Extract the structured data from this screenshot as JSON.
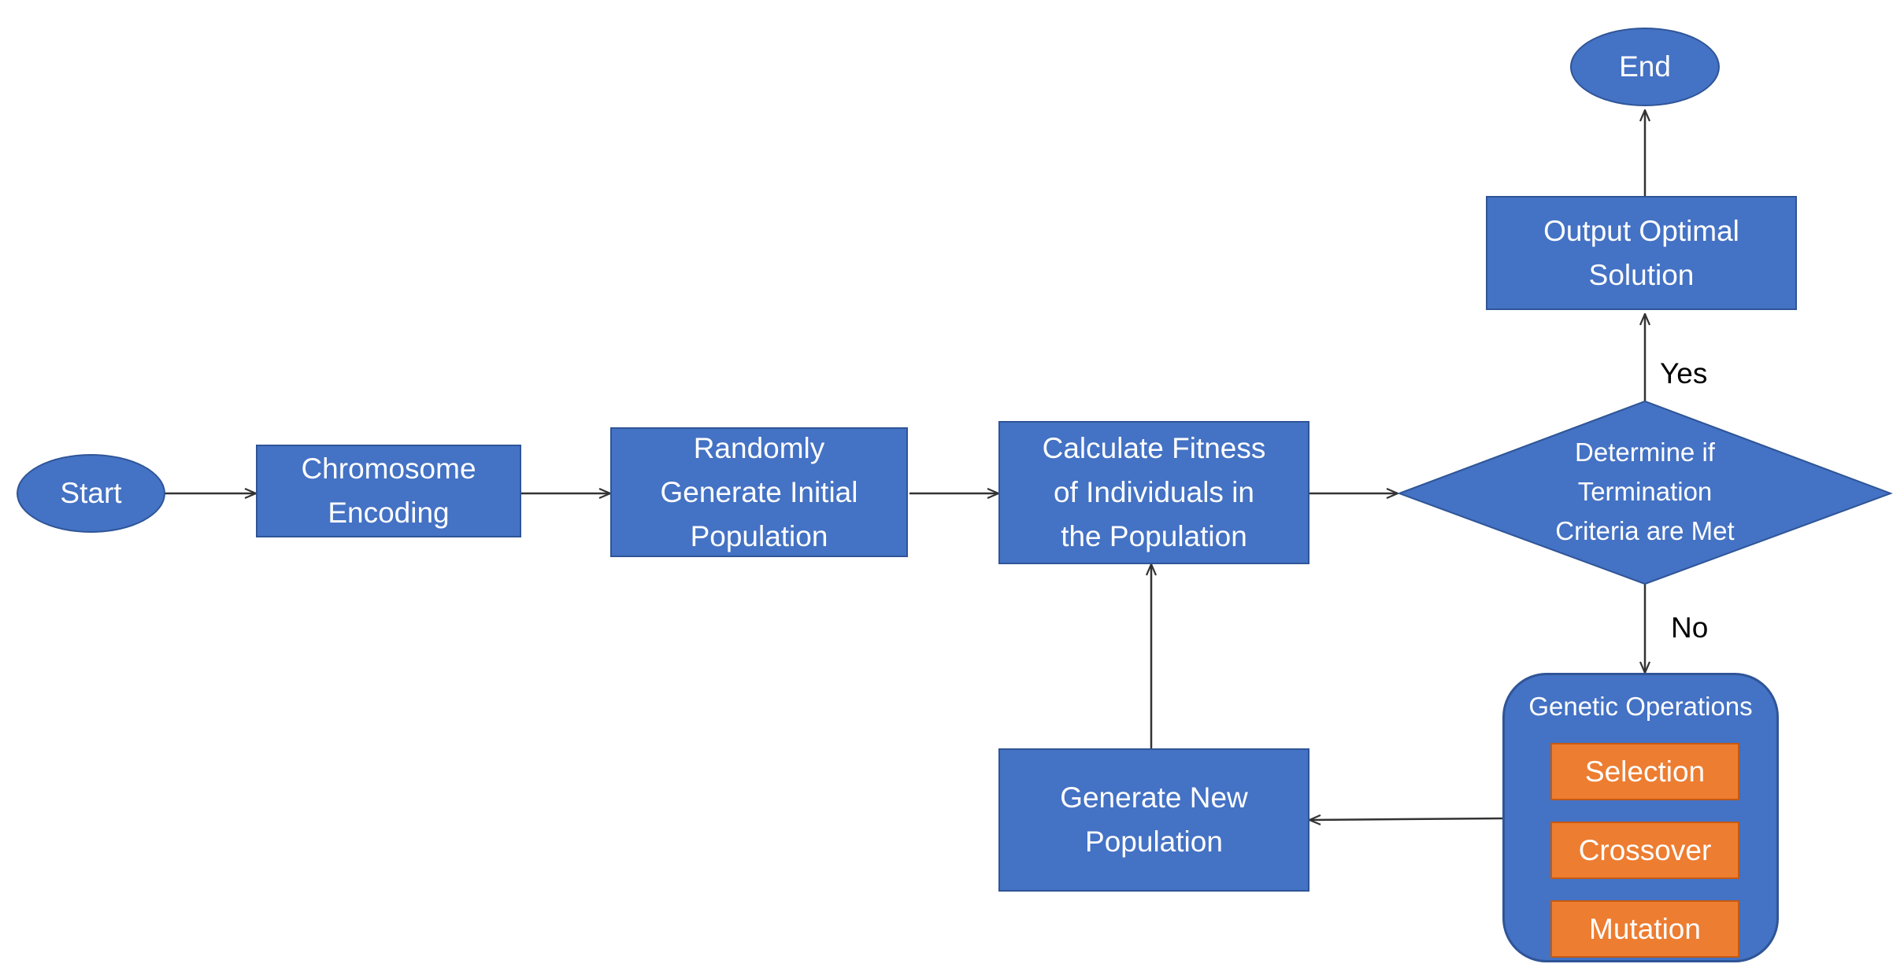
{
  "nodes": {
    "start": "Start",
    "chromosome_encoding": "Chromosome\nEncoding",
    "random_population": "Randomly\nGenerate Initial\nPopulation",
    "calculate_fitness": "Calculate Fitness\nof Individuals in\nthe Population",
    "termination_check": "Determine if\nTermination\nCriteria are Met",
    "output_solution": "Output Optimal\nSolution",
    "end": "End",
    "new_population": "Generate New\nPopulation"
  },
  "genetic_operations": {
    "title": "Genetic Operations",
    "selection": "Selection",
    "crossover": "Crossover",
    "mutation": "Mutation"
  },
  "edges": {
    "yes": "Yes",
    "no": "No"
  },
  "colors": {
    "node_fill": "#4472C4",
    "node_border": "#2f5597",
    "operation_fill": "#ED7D31",
    "text": "#ffffff",
    "arrow": "#333333"
  }
}
